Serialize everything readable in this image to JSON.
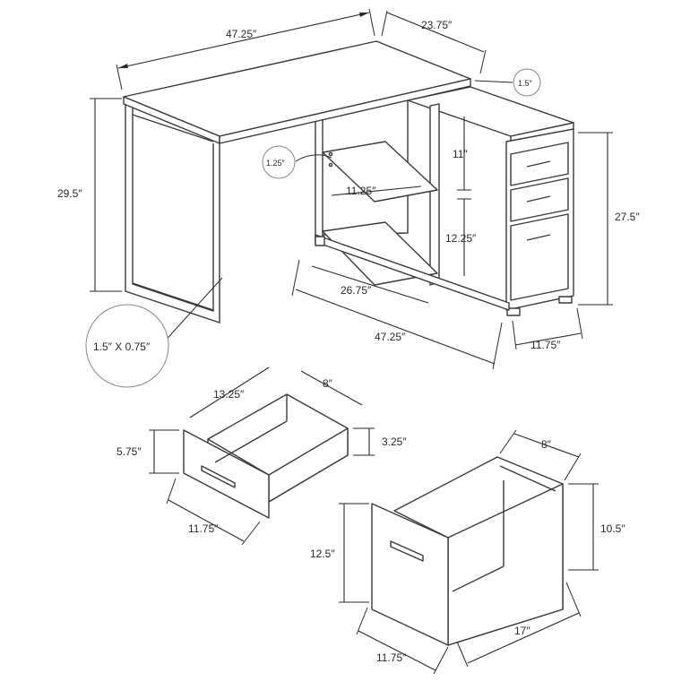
{
  "desk": {
    "top_width": "47.25″",
    "top_depth": "23.75″",
    "top_thickness": "1.5″",
    "desk_height": "29.5″",
    "shelf_thickness": "1.25″",
    "cabinet_height": "27.5″",
    "shelf_gap_top": "11″",
    "shelf_depth": "11.25″",
    "shelf_gap_bottom": "12.25″",
    "shelf_width": "26.75″",
    "base_width": "47.25″",
    "cabinet_depth": "11.75″",
    "leg_profile": "1.5″ X 0.75″"
  },
  "small_drawer": {
    "length": "13.25″",
    "inner_width": "8″",
    "front_height": "5.75″",
    "inner_height": "3.25″",
    "front_width": "11.75″"
  },
  "file_drawer": {
    "inner_width": "8″",
    "inner_height": "10.5″",
    "front_height": "12.5″",
    "front_width": "11.75″",
    "length": "17″"
  }
}
